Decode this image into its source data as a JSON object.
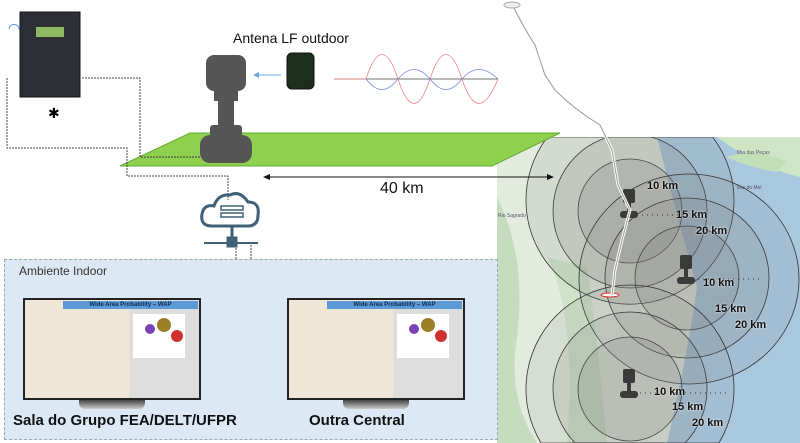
{
  "antenna": {
    "title": "Antena LF outdoor"
  },
  "distance": {
    "label": "40 km"
  },
  "indoor": {
    "title": "Ambiente Indoor",
    "monitors": [
      {
        "screen_title": "Wide Area Probability – WAP",
        "caption": "Sala do Grupo FEA/DELT/UFPR"
      },
      {
        "screen_title": "Wide Area Probability – WAP",
        "caption": "Outra Central"
      }
    ]
  },
  "sensors": [
    {
      "rings": [
        "10 km",
        "15 km",
        "20 km"
      ]
    },
    {
      "rings": [
        "10 km",
        "15 km",
        "20 km"
      ]
    },
    {
      "rings": [
        "10 km",
        "15 km",
        "20 km"
      ]
    }
  ],
  "map": {
    "labels": [
      "Ilha das Peças",
      "Ilha do Mel",
      "Rio Sagrado"
    ]
  },
  "colors": {
    "ground": "#8fd14f",
    "cloud": "#3f6177",
    "water": "#a9c8de",
    "strike": "#e03030",
    "wap_bar": "#5a9bd5"
  }
}
